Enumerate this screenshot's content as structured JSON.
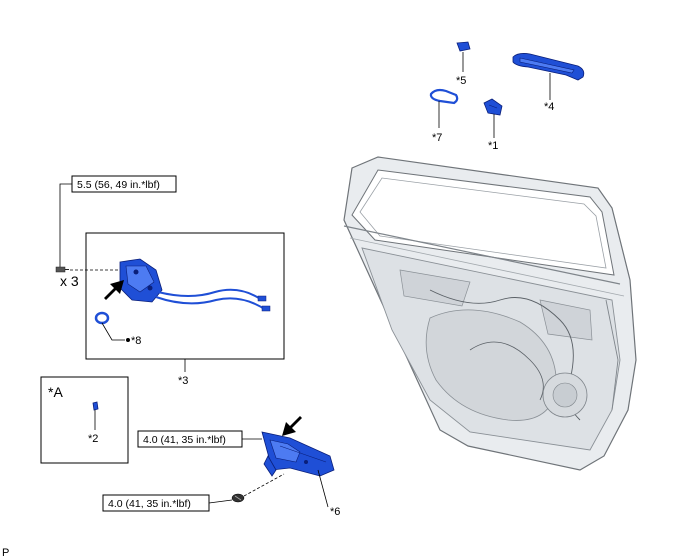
{
  "callouts": {
    "c1": "*1",
    "c2": "*2",
    "c3": "*3",
    "c4": "*4",
    "c5": "*5",
    "c6": "*6",
    "c7": "*7",
    "c8": "*8",
    "inset": "*A"
  },
  "torques": {
    "t1": "5.5 (56, 49 in.*lbf)",
    "t2": "4.0 (41, 35 in.*lbf)",
    "t3": "4.0 (41, 35 in.*lbf)"
  },
  "quantity": "x 3",
  "corner_mark": "P",
  "colors": {
    "part_fill": "#1f4fd6",
    "door_panel": "#e6e9ec"
  }
}
